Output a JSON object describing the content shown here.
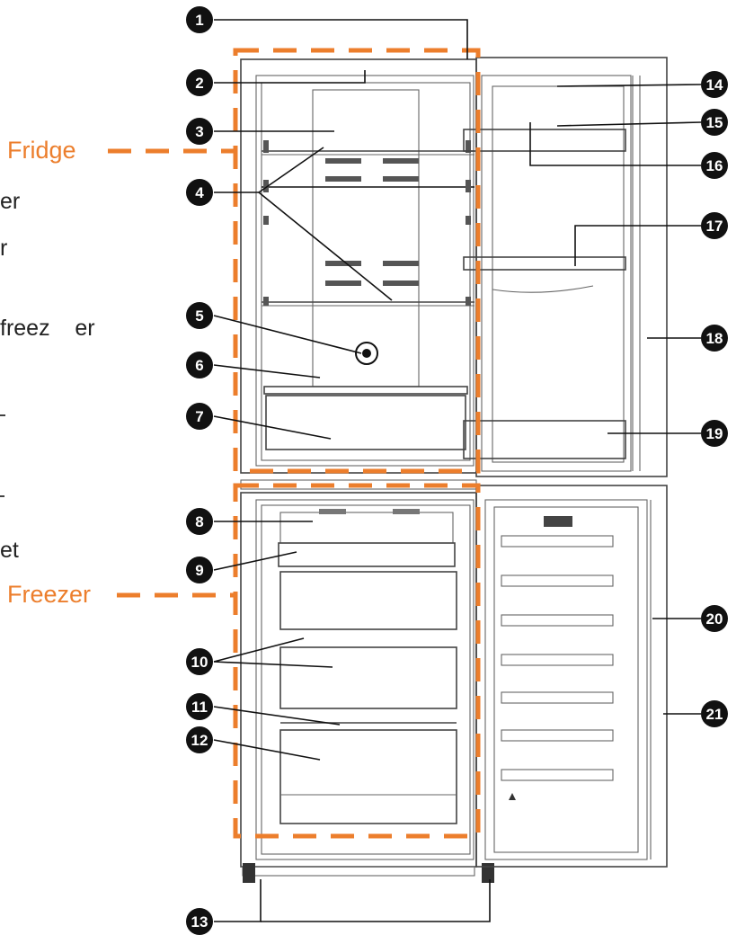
{
  "section_labels": {
    "fridge": "Fridge",
    "freezer": "Freezer"
  },
  "left_cut_text": [
    "er",
    "r",
    "freez    er",
    "et"
  ],
  "callouts": [
    "1",
    "2",
    "3",
    "4",
    "5",
    "6",
    "7",
    "8",
    "9",
    "10",
    "11",
    "12",
    "13",
    "14",
    "15",
    "16",
    "17",
    "18",
    "19",
    "20",
    "21"
  ],
  "colors": {
    "accent": "#ec7e2c",
    "outline": "#444444",
    "callout_fill": "#111111"
  }
}
